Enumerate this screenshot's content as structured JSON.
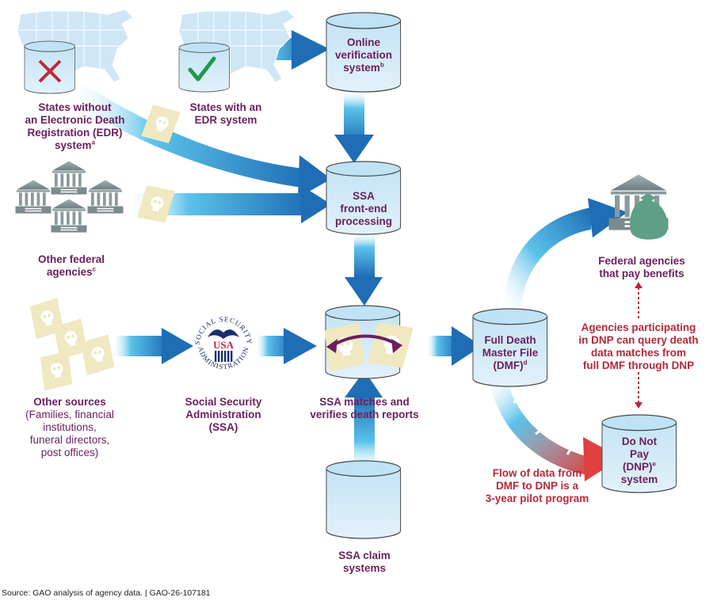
{
  "nodes": {
    "states_without_edr": {
      "label_lines": [
        "States without",
        "an Electronic Death",
        "Registration (EDR)",
        "system"
      ],
      "footnote": "a",
      "icon": "x-mark-icon",
      "icon_color": "#c0283a"
    },
    "states_with_edr": {
      "label_lines": [
        "States with an",
        "EDR system"
      ],
      "icon": "check-mark-icon",
      "icon_color": "#1f9a48"
    },
    "online_verification": {
      "label_lines": [
        "Online",
        "verification",
        "system"
      ],
      "footnote": "b"
    },
    "ssa_front_end": {
      "label_lines": [
        "SSA",
        "front-end",
        "processing"
      ]
    },
    "other_federal_agencies": {
      "label_lines": [
        "Other federal",
        "agencies"
      ],
      "footnote": "c"
    },
    "other_sources": {
      "title": "Other sources",
      "detail_lines": [
        "(Families, financial",
        "institutions,",
        "funeral directors,",
        "post offices)"
      ]
    },
    "ssa": {
      "label_lines": [
        "Social Security",
        "Administration",
        "(SSA)"
      ],
      "seal_top": "SOCIAL SECURITY",
      "seal_bottom": "ADMINISTRATION",
      "seal_center": "USA"
    },
    "ssa_matches": {
      "label_lines": [
        "SSA matches and",
        "verifies death reports"
      ]
    },
    "ssa_claim_systems": {
      "label_lines": [
        "SSA claim",
        "systems"
      ]
    },
    "full_dmf": {
      "label_lines": [
        "Full Death",
        "Master File",
        "(DMF)"
      ],
      "footnote": "d"
    },
    "federal_agencies_pay": {
      "label_lines": [
        "Federal agencies",
        "that pay benefits"
      ]
    },
    "dnp": {
      "label_lines": [
        "Do Not",
        "Pay",
        "(DNP)",
        "system"
      ],
      "footnote": "e"
    }
  },
  "annotations": {
    "dnp_query": {
      "lines": [
        "Agencies participating",
        "in DNP can query death",
        "data matches from",
        "full DMF through DNP"
      ]
    },
    "pilot": {
      "lines": [
        "Flow of data from",
        "DMF to DNP is a",
        "3-year pilot program"
      ]
    }
  },
  "colors": {
    "label_purple": "#6b1f5c",
    "annotation_red": "#b5283a",
    "arrow_dark_blue": "#1e6db5",
    "arrow_light_blue": "#5bc2ea",
    "cylinder_fill": "#d6ecf8",
    "document_fill": "#efe8c0",
    "building_gray": "#8a9a9c",
    "money_bag_green": "#5e9f85"
  },
  "source": "Source: GAO analysis of agency data.  |  GAO-26-107181"
}
